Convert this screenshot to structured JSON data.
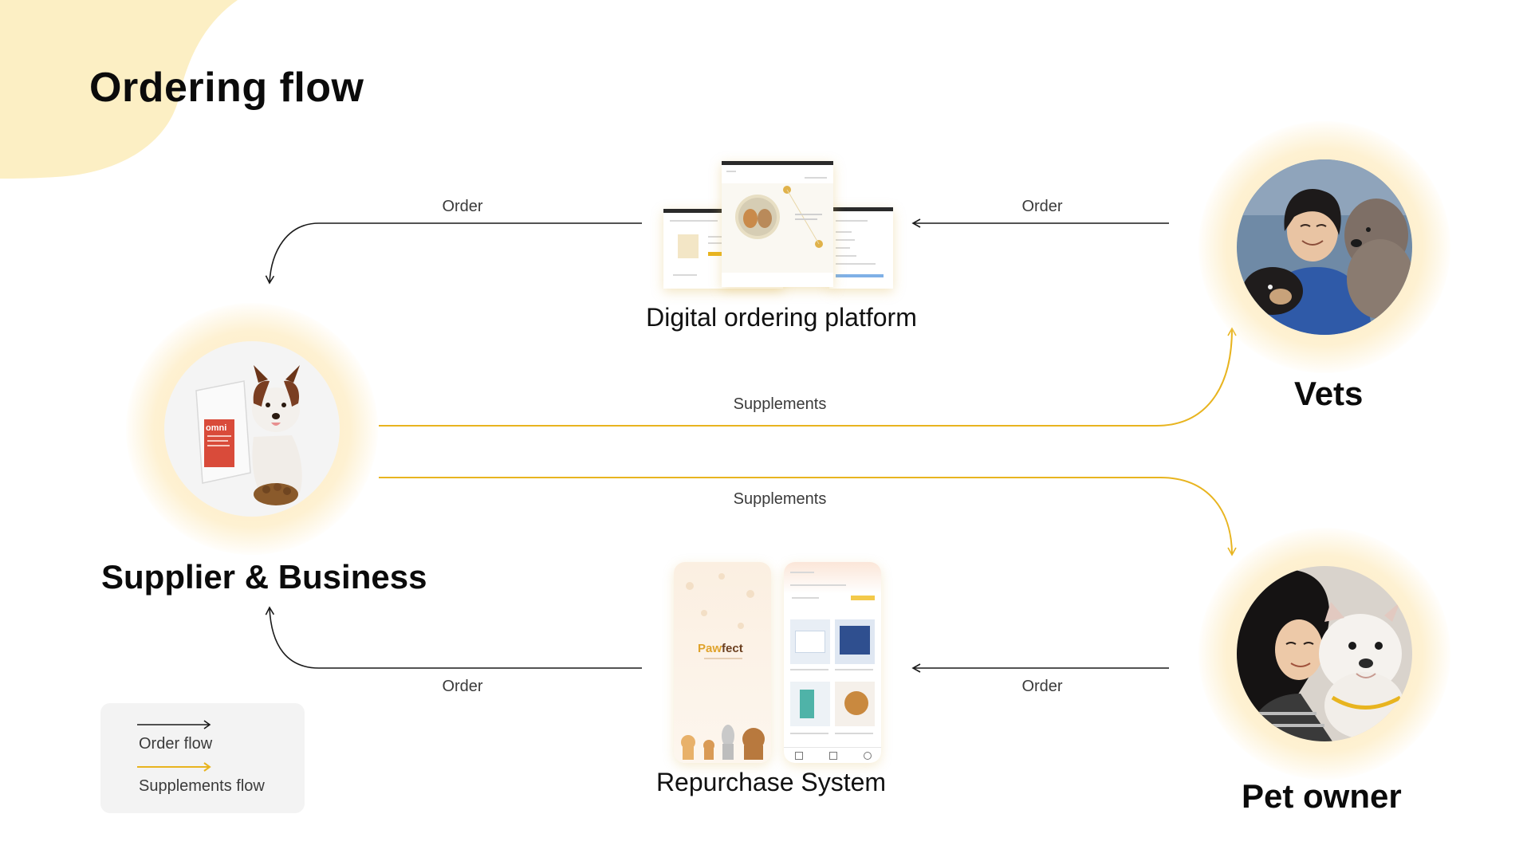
{
  "title": "Ordering flow",
  "colors": {
    "accent_yellow": "#e8b41f",
    "blob": "#fcefc4",
    "halo": "#fdeab8",
    "order_line": "#1a1a1a",
    "legend_bg": "#f3f3f3"
  },
  "nodes": {
    "supplier": {
      "label": "Supplier & Business",
      "icon": "dog-with-food-bag-photo"
    },
    "vets": {
      "label": "Vets",
      "icon": "vet-with-dogs-photo"
    },
    "pet_owner": {
      "label": "Pet owner",
      "icon": "owner-hugging-dog-photo"
    }
  },
  "systems": {
    "digital_platform": {
      "label": "Digital ordering platform"
    },
    "repurchase": {
      "label": "Repurchase System",
      "brand_part1": "Paw",
      "brand_part2": "fect"
    }
  },
  "flows": {
    "platform_to_supplier": {
      "label": "Order",
      "type": "order"
    },
    "vets_to_platform": {
      "label": "Order",
      "type": "order"
    },
    "supplier_to_vets": {
      "label": "Supplements",
      "type": "supplements"
    },
    "supplier_to_owner": {
      "label": "Supplements",
      "type": "supplements"
    },
    "repurchase_to_supplier": {
      "label": "Order",
      "type": "order"
    },
    "owner_to_repurchase": {
      "label": "Order",
      "type": "order"
    }
  },
  "legend": {
    "order_flow": "Order flow",
    "supplements_flow": "Supplements flow"
  }
}
